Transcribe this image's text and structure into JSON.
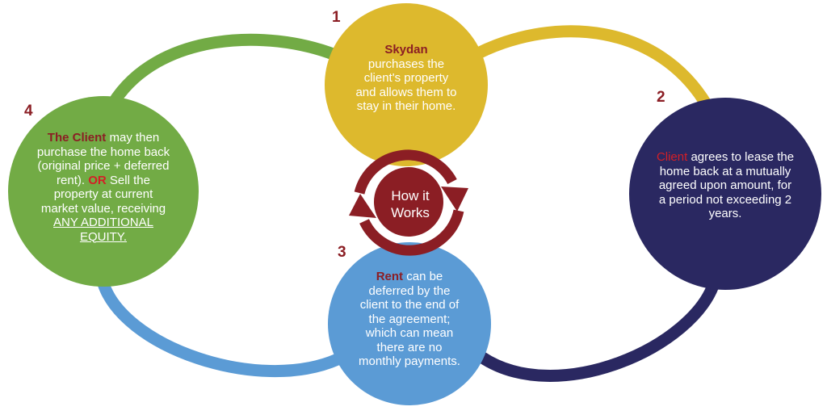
{
  "colors": {
    "yellow": "#ddb92d",
    "navy": "#2a2861",
    "blue": "#5b9bd5",
    "green": "#72ab45",
    "dark_red": "#8b1e24",
    "bright_red": "#d41f26"
  },
  "center": {
    "label_line1": "How it",
    "label_line2": "Works"
  },
  "steps": [
    {
      "number": "1",
      "highlight": "Skydan",
      "text": "purchases the client's property and allows them to stay in their home."
    },
    {
      "number": "2",
      "highlight": "Client",
      "text": "agrees to lease the home back at a mutually agreed upon amount, for a period not exceeding 2 years."
    },
    {
      "number": "3",
      "highlight": "Rent",
      "text": "can be deferred by the client to the end of the agreement; which can mean there are no monthly payments."
    },
    {
      "number": "4",
      "highlight": "The Client",
      "text_a": "may then purchase the home back (original price + deferred rent).",
      "highlight_b": "OR",
      "text_b": "Sell the property at current market value, receiving",
      "text_c": "ANY ADDITIONAL EQUITY."
    }
  ]
}
